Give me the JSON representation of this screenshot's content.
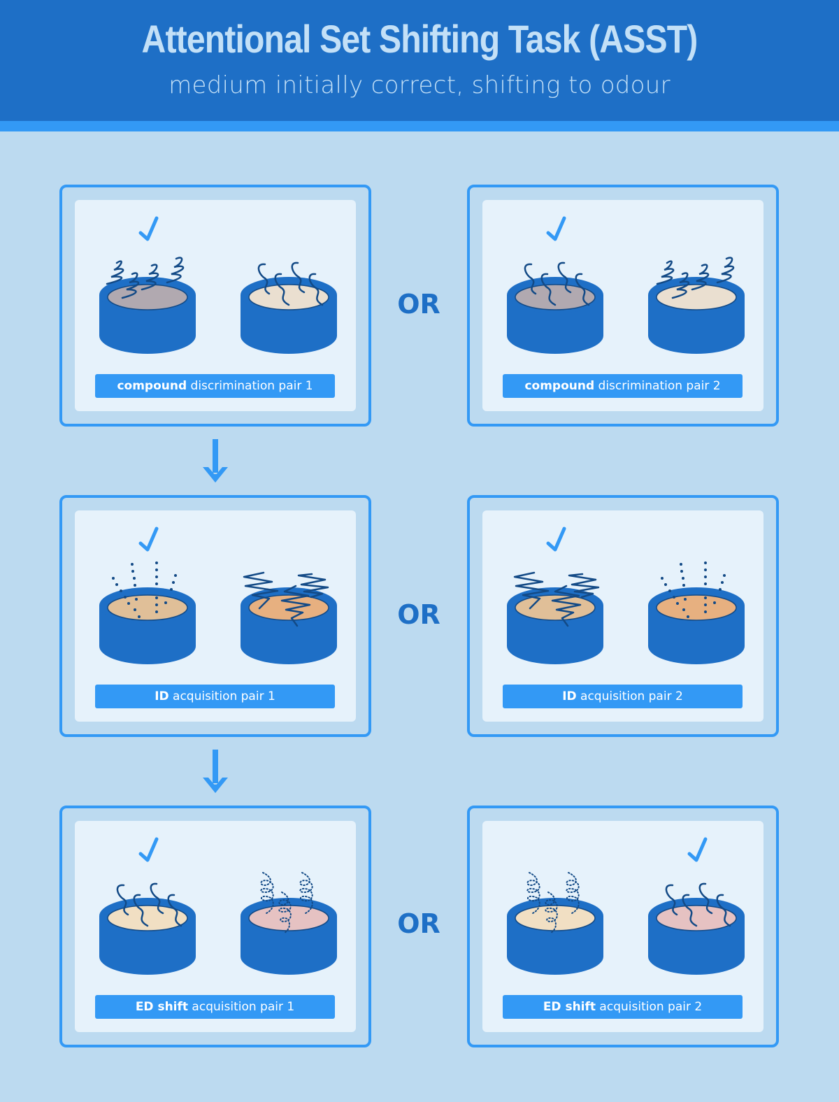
{
  "header": {
    "title": "Attentional Set Shifting Task (ASST)",
    "subtitle": "medium initially correct, shifting to odour"
  },
  "colors": {
    "header_bg": "#1e6fc6",
    "accent": "#3399f5",
    "page_bg": "#bcdaf0",
    "card_bg": "#e6f2fb",
    "bowl": "#1e6fc6",
    "scent": "#134a86"
  },
  "separator_label": "OR",
  "stages": [
    {
      "name": "compound discrimination",
      "pairs": [
        {
          "label_bold": "compound",
          "label_rest": " discrimination pair 1",
          "correct_bowl": "left",
          "bowls": [
            {
              "medium_color": "#b1a9b0",
              "odour": "zigzag-squiggle"
            },
            {
              "medium_color": "#eadfd0",
              "odour": "wavy-lines"
            }
          ]
        },
        {
          "label_bold": "compound",
          "label_rest": " discrimination pair 2",
          "correct_bowl": "left",
          "bowls": [
            {
              "medium_color": "#b1a9b0",
              "odour": "wavy-lines"
            },
            {
              "medium_color": "#eadfd0",
              "odour": "zigzag-squiggle"
            }
          ]
        }
      ]
    },
    {
      "name": "ID acquisition",
      "pairs": [
        {
          "label_bold": "ID",
          "label_rest": " acquisition pair 1",
          "correct_bowl": "left",
          "bowls": [
            {
              "medium_color": "#e0bf98",
              "odour": "dotted-rays"
            },
            {
              "medium_color": "#e7b080",
              "odour": "coil-zigzag"
            }
          ]
        },
        {
          "label_bold": "ID",
          "label_rest": " acquisition pair 2",
          "correct_bowl": "left",
          "bowls": [
            {
              "medium_color": "#e0bf98",
              "odour": "coil-zigzag"
            },
            {
              "medium_color": "#e7b080",
              "odour": "dotted-rays"
            }
          ]
        }
      ]
    },
    {
      "name": "ED shift acquisition",
      "pairs": [
        {
          "label_bold": "ED shift",
          "label_rest": " acquisition pair 1",
          "correct_bowl": "left",
          "bowls": [
            {
              "medium_color": "#f1dfc3",
              "odour": "wavy-lines"
            },
            {
              "medium_color": "#e6c2c2",
              "odour": "dotted-spirals"
            }
          ]
        },
        {
          "label_bold": "ED shift",
          "label_rest": " acquisition pair 2",
          "correct_bowl": "right",
          "bowls": [
            {
              "medium_color": "#f1dfc3",
              "odour": "dotted-spirals"
            },
            {
              "medium_color": "#e6c2c2",
              "odour": "wavy-lines"
            }
          ]
        }
      ]
    }
  ]
}
